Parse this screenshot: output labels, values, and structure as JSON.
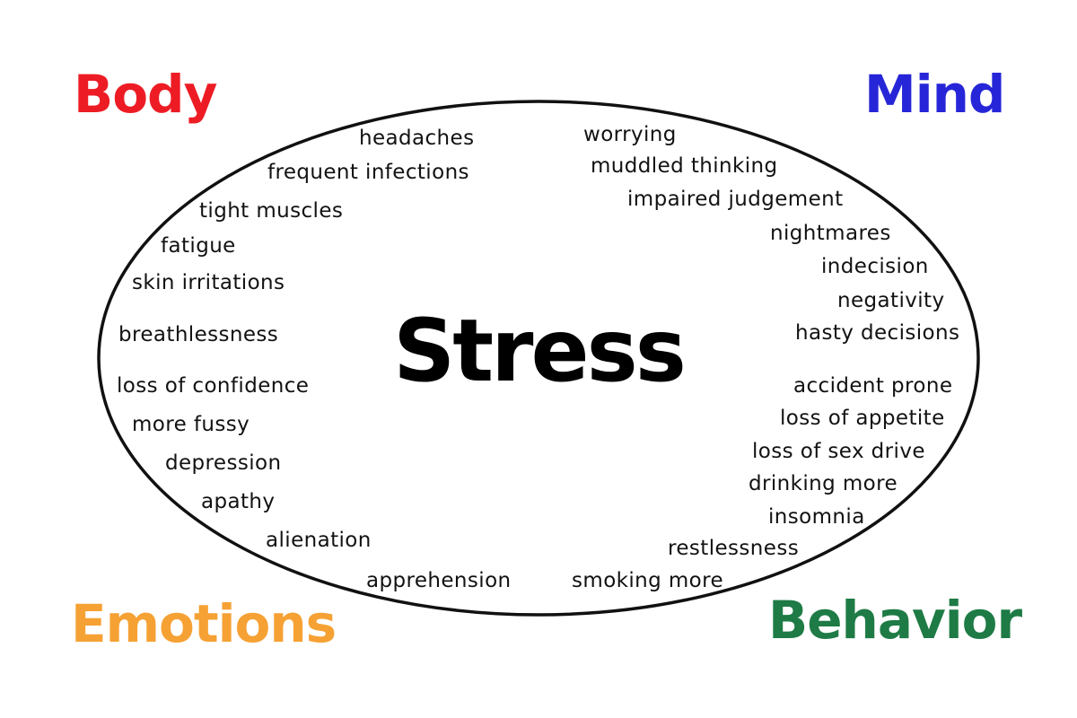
{
  "title": "Stress",
  "quadrants": {
    "body": {
      "label": "Body",
      "color": "#ed1c24",
      "items": [
        "headaches",
        "frequent infections",
        "tight muscles",
        "fatigue",
        "skin irritations",
        "breathlessness"
      ]
    },
    "mind": {
      "label": "Mind",
      "color": "#2626d8",
      "items": [
        "worrying",
        "muddled thinking",
        "impaired judgement",
        "nightmares",
        "indecision",
        "negativity",
        "hasty decisions"
      ]
    },
    "emotions": {
      "label": "Emotions",
      "color": "#f6a134",
      "items": [
        "loss of confidence",
        "more fussy",
        "depression",
        "apathy",
        "alienation",
        "apprehension"
      ]
    },
    "behavior": {
      "label": "Behavior",
      "color": "#1e7b45",
      "items": [
        "accident prone",
        "loss of appetite",
        "loss of sex drive",
        "drinking more",
        "insomnia",
        "restlessness",
        "smoking more"
      ]
    }
  },
  "diagram": {
    "outline_color": "#111111",
    "divider_center_color": "#9a9a9a"
  }
}
